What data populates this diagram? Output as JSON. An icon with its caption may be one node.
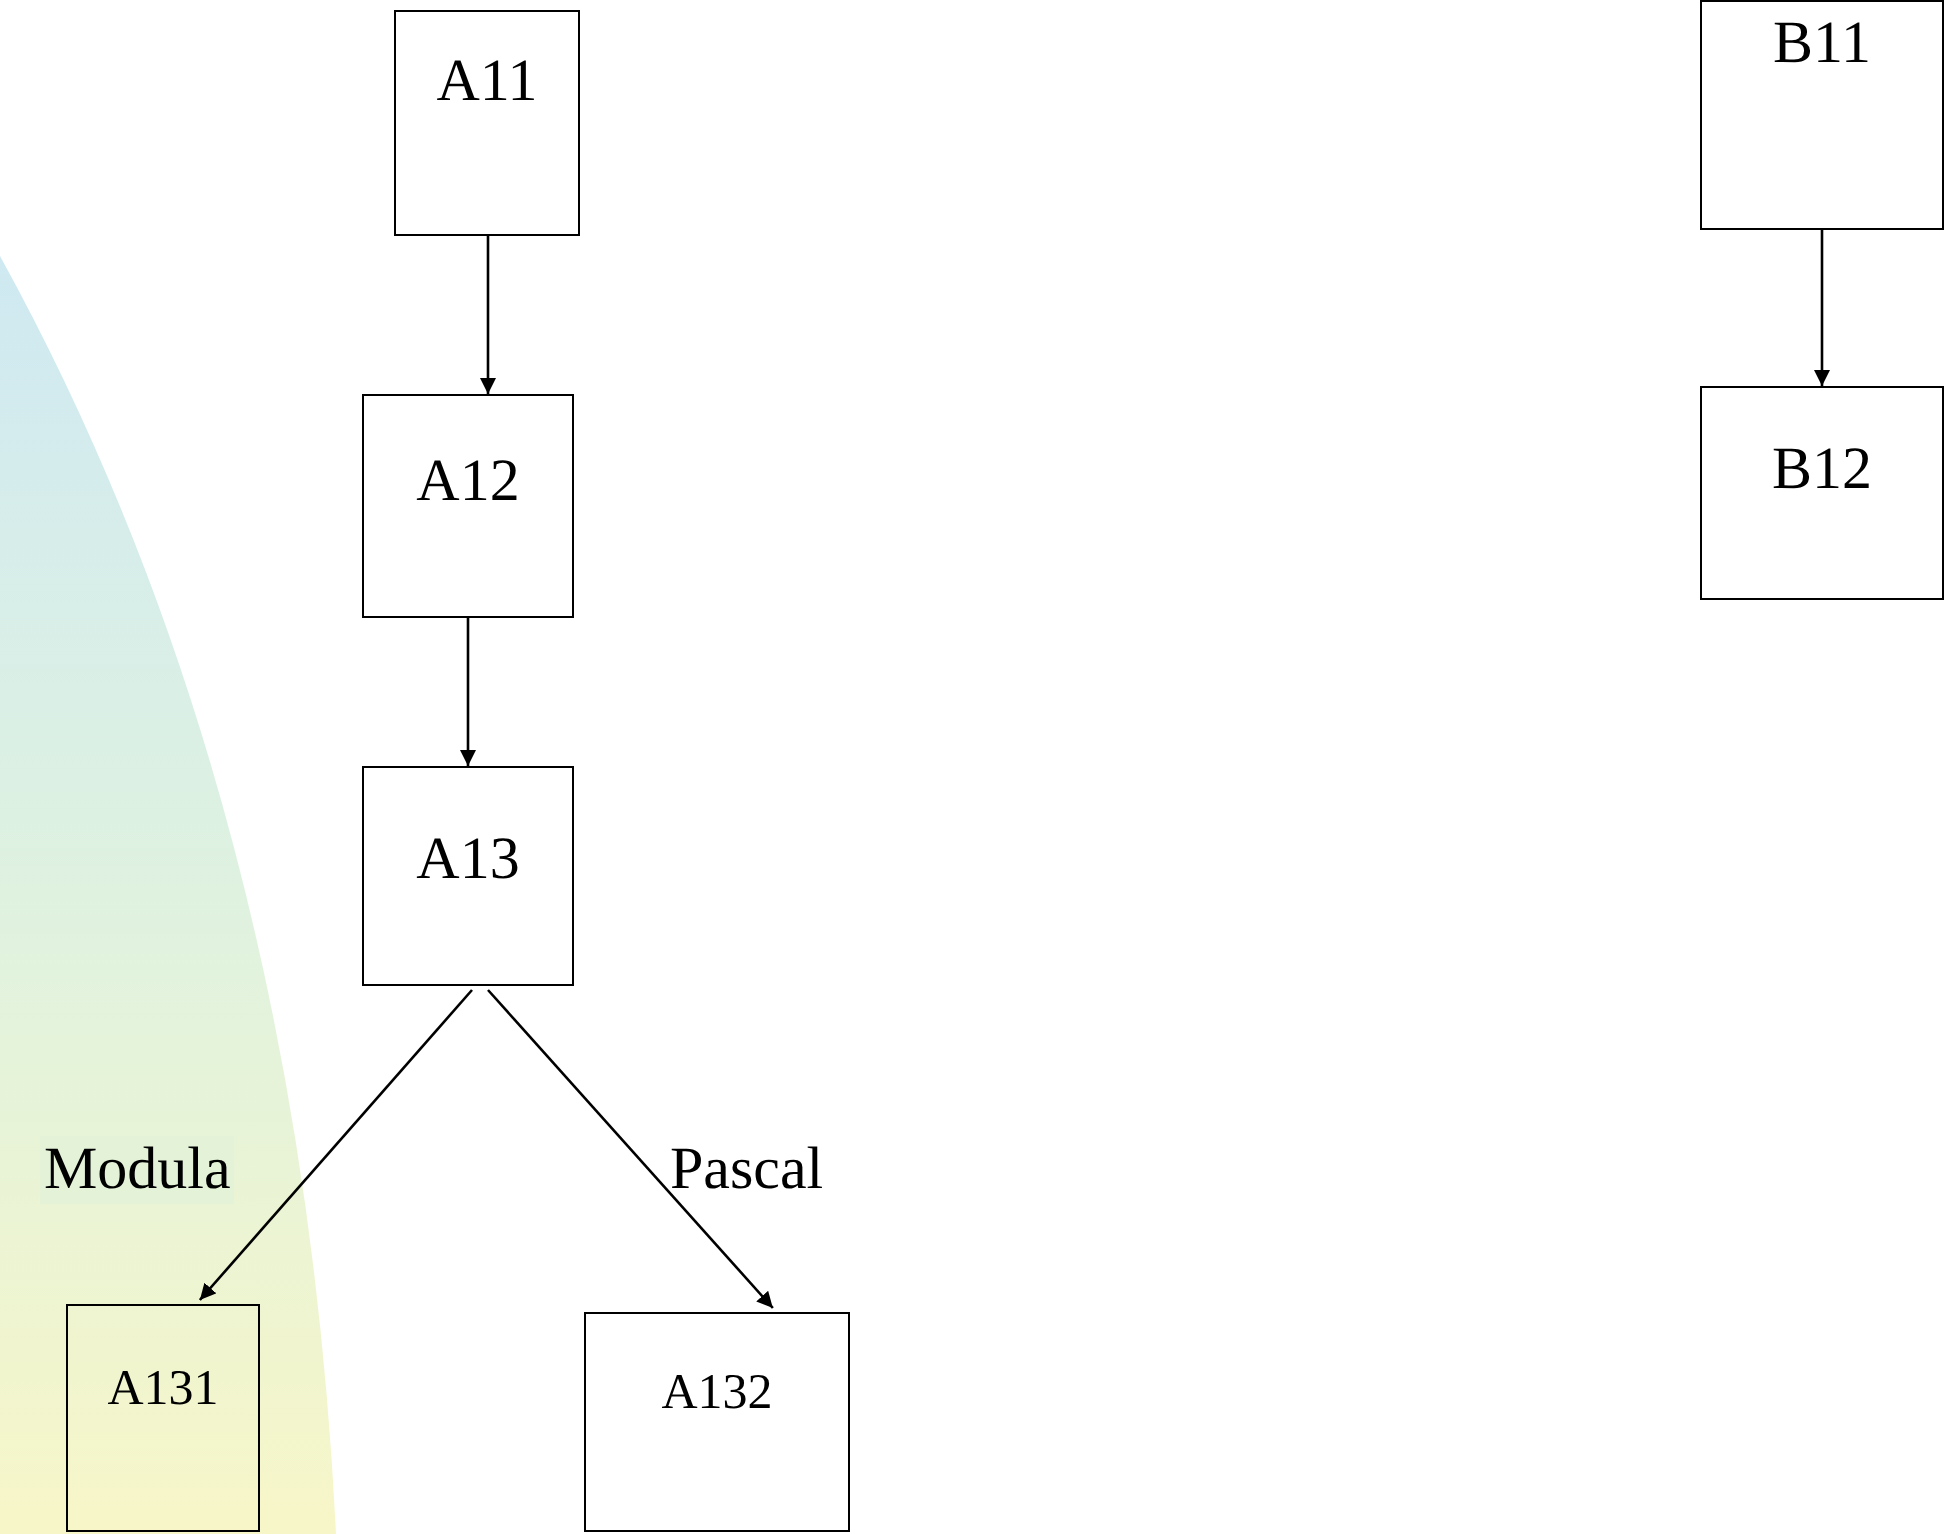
{
  "diagram": {
    "nodes": [
      {
        "text": [
          "A11"
        ]
      },
      {
        "text": [
          "A12"
        ]
      },
      {
        "text": [
          "A13"
        ]
      },
      {
        "text": [
          "A131"
        ]
      },
      {
        "text": [
          "A132"
        ]
      },
      {
        "text": [
          "B11"
        ]
      },
      {
        "text": [
          "B12"
        ]
      }
    ],
    "edges": [
      {
        "from": 0,
        "to": 1,
        "arrow": "to"
      },
      {
        "from": 1,
        "to": 2,
        "arrow": "to"
      },
      {
        "from": 2,
        "to": 3,
        "arrow": "to",
        "label": "Modula"
      },
      {
        "from": 2,
        "to": 4,
        "arrow": "to",
        "label": "Pascal"
      },
      {
        "from": 5,
        "to": 6,
        "arrow": "to"
      }
    ]
  }
}
